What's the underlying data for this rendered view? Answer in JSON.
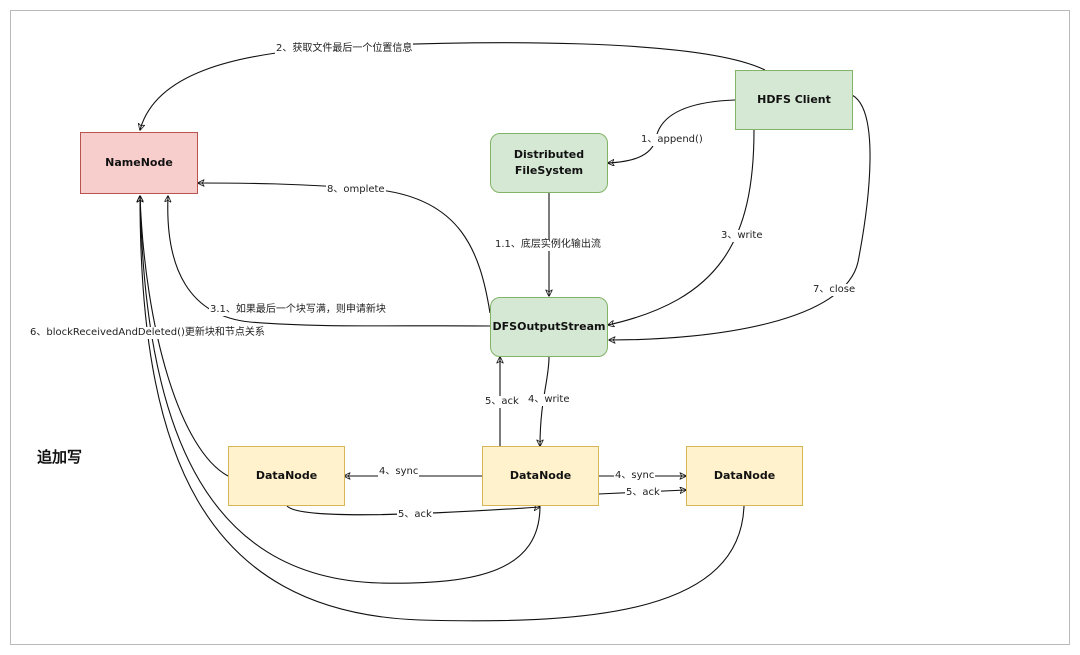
{
  "diagram": {
    "title": "追加写",
    "nodes": {
      "namenode": "NameNode",
      "dfs": [
        "Distributed",
        "FileSystem"
      ],
      "client": "HDFS Client",
      "output_stream": "DFSOutputStream",
      "datanode_left": "DataNode",
      "datanode_mid": "DataNode",
      "datanode_right": "DataNode"
    },
    "edges": {
      "e1": "1、append()",
      "e1_1": "1.1、底层实例化输出流",
      "e2": "2、获取文件最后一个位置信息",
      "e3": "3、write",
      "e3_1": "3.1、如果最后一个块写满，则申请新块",
      "e4_write": "4、write",
      "e4_sync_left": "4、sync",
      "e4_sync_right": "4、sync",
      "e5_ack_up": "5、ack",
      "e5_ack_right": "5、ack",
      "e5_ack_bottom": "5、ack",
      "e6": "6、blockReceivedAndDeleted()更新块和节点关系",
      "e7": "7、close",
      "e8": "8、omplete"
    },
    "colors": {
      "namenode_fill": "#f8cecc",
      "namenode_stroke": "#b85450",
      "green_fill": "#d5e8d4",
      "green_stroke": "#82b366",
      "yellow_fill": "#fff2cc",
      "yellow_stroke": "#d6b656"
    }
  }
}
